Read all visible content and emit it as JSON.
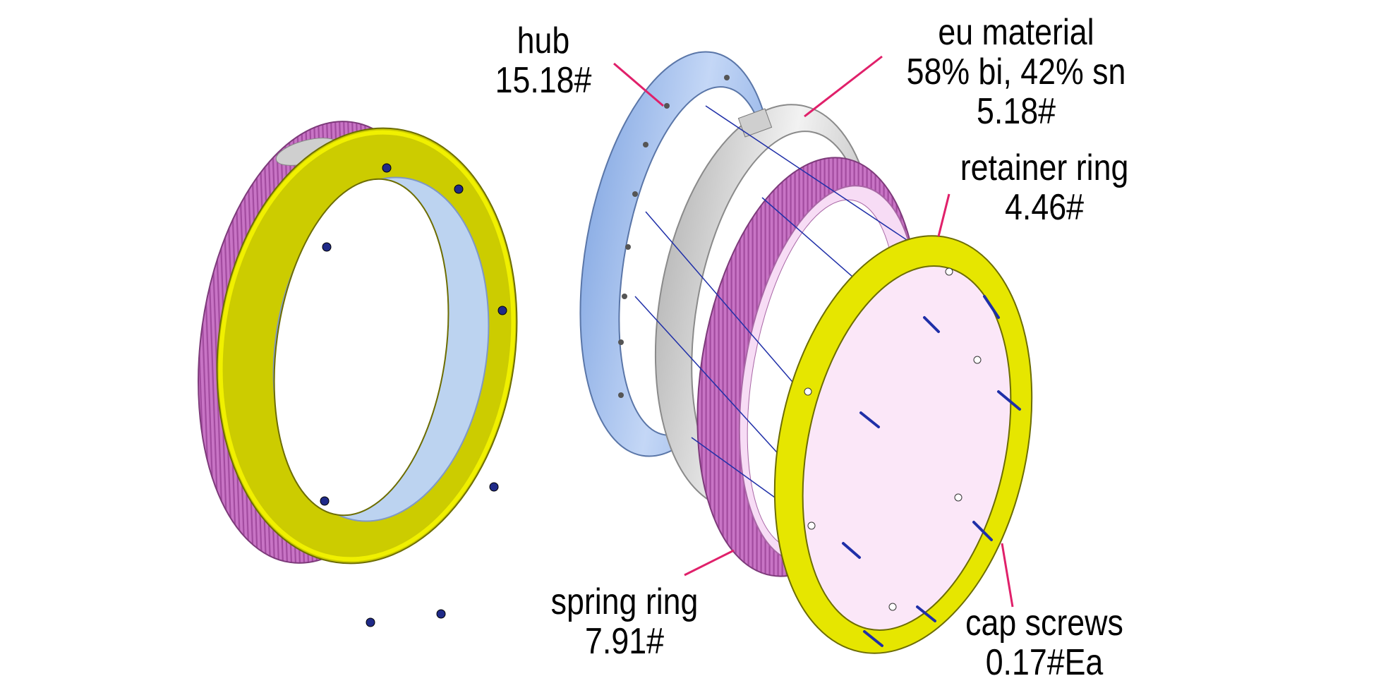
{
  "labels": {
    "hub": {
      "name": "hub",
      "weight": "15.18#"
    },
    "eu_material": {
      "name": "eu material",
      "composition": "58% bi, 42% sn",
      "weight": "5.18#"
    },
    "retainer_ring": {
      "name": "retainer ring",
      "weight": "4.46#"
    },
    "spring_ring": {
      "name": "spring ring",
      "weight": "7.91#"
    },
    "cap_screws": {
      "name": "cap screws",
      "weight": "0.17#Ea"
    }
  },
  "colors": {
    "hub": "#a9c4ee",
    "eu_material": "#d9d9d9",
    "spring_ring": "#c77bc4",
    "retainer_ring": "#e6e600",
    "leader": "#e0206a",
    "screw": "#2a3a9a"
  }
}
